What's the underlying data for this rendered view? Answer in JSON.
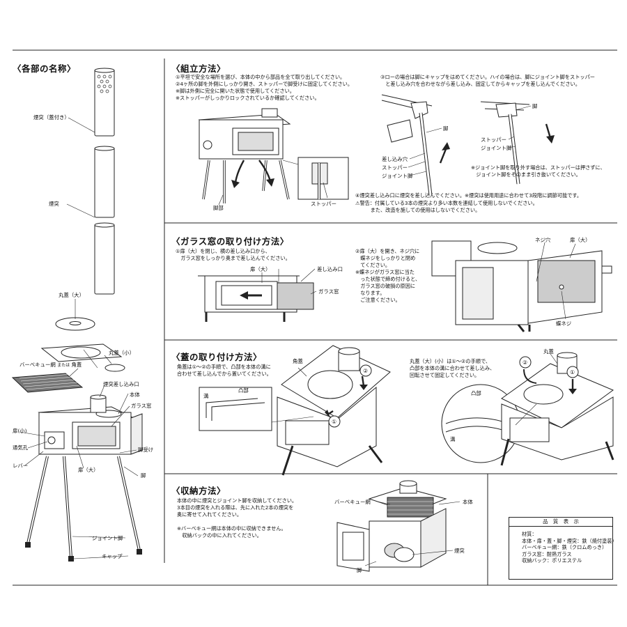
{
  "sections": {
    "parts": {
      "title": "〈各部の名称〉"
    },
    "assembly": {
      "title": "〈組立方法〉"
    },
    "glass": {
      "title": "〈ガラス窓の取り付け方法〉"
    },
    "lid": {
      "title": "〈蓋の取り付け方法〉"
    },
    "storage": {
      "title": "〈収納方法〉"
    }
  },
  "parts_labels": {
    "chimney_cap": "煙突（蓋付き）",
    "chimney": "煙突",
    "lid_large": "丸蓋（大）",
    "lid_small": "丸蓋（小）",
    "bbq_net": "バーベキュー網",
    "bbq_or": "または",
    "square_lid": "角蓋",
    "chimney_inlet": "煙突差し込み口",
    "body": "本体",
    "glass_window": "ガラス窓",
    "door_small": "扉(小)",
    "vent_hole": "通気孔",
    "lever": "レバー",
    "leg_receiver": "脚受け",
    "door_large": "扉（大）",
    "leg": "脚",
    "joint_leg": "ジョイント脚",
    "cap": "キャップ"
  },
  "assembly": {
    "step1": "①平坦で安全な場所を選び、本体の中から部品を全て取り出してください。\n②4ヶ所の脚を外側にしっかり開き、ストッパーで脚受けに固定してください。\n※脚は外側に完全に開いた状態で使用してください。\n※ストッパーがしっかりロックされているか確認してください。",
    "step3": "③ローの場合は脚にキャップをはめてください。ハイの場合は、脚にジョイント脚をストッパー\n　と差し込み穴を合わせながら差し込み、固定してからキャップを差し込んでください。",
    "label_leg": "脚部",
    "label_stopper": "ストッパー",
    "label_leg2": "脚",
    "label_insert_hole": "差し込み穴",
    "label_stopper2": "ストッパー",
    "label_joint_leg": "ジョイント脚",
    "label_leg3": "脚",
    "label_stopper3": "ストッパー",
    "label_joint_leg2": "ジョイント脚",
    "joint_note": "※ジョイント脚を取り外す場合は、ストッパーは押さずに、\n　ジョイント脚をそのまま引き抜いてください。",
    "step4": "④煙突差し込み口に煙突を差し込んでください。※煙突は使用用途に合わせて3段階に調節可能です。",
    "warning": "警告：付属している3本の煙突より多い本数を連結して使用しないでください。\n　　　また、改造を施しての使用はしないでください。"
  },
  "glass": {
    "step1": "①扉（大）を閉じ、横の差し込み口から、\n　ガラス窓をしっかり奥まで差し込んでください。",
    "label_door_large": "扉（大）",
    "label_insert": "差し込み口",
    "label_glass": "ガラス窓",
    "step2": "②扉（大）を開き、ネジ穴に\n　蝶ネジをしっかりと閉め\n　てください。\n※蝶ネジがガラス窓に当た\n　った状態で締め付けると、\n　ガラス窓の破損の原因に\n　なります。\n　ご注意ください。",
    "label_screw_hole": "ネジ穴",
    "label_door_large2": "扉（大）",
    "label_wing_screw": "蝶ネジ"
  },
  "lid": {
    "square_text": "角蓋は①～②の手順で、凸部を本体の溝に\n合わせて差し込んでから置いてください。",
    "label_square_lid": "角蓋",
    "label_groove": "溝",
    "label_convex": "凸部",
    "round_text": "丸蓋（大）(小）は①～②の手順で、\n凸部を本体の溝に合わせて差し込み、\n回転させて固定してください。",
    "label_round_lid": "丸蓋",
    "label_convex2": "凸部",
    "label_groove2": "溝",
    "n1": "①",
    "n2": "②"
  },
  "storage": {
    "text": "本体の中に煙突とジョイント脚を収納してください。\n3本目の煙突を入れる際は、先に入れた2本の煙突を\n奥に寄せて入れてください。\n\n※バーベキュー網は本体の中に収納できません。\n　収納バックの中に入れてください。",
    "label_bbq": "バーベキュー網",
    "label_body": "本体",
    "label_chimney": "煙突",
    "label_leg": "脚"
  },
  "quality": {
    "title": "品　質　表　示",
    "body": "材質：\n本体・扉・蓋・脚・煙突：鉄（焼付塗装）\nバーベキュー網：鉄（クロムめっき）\nガラス窓：耐熱ガラス\n収納バック：ポリエステル"
  }
}
